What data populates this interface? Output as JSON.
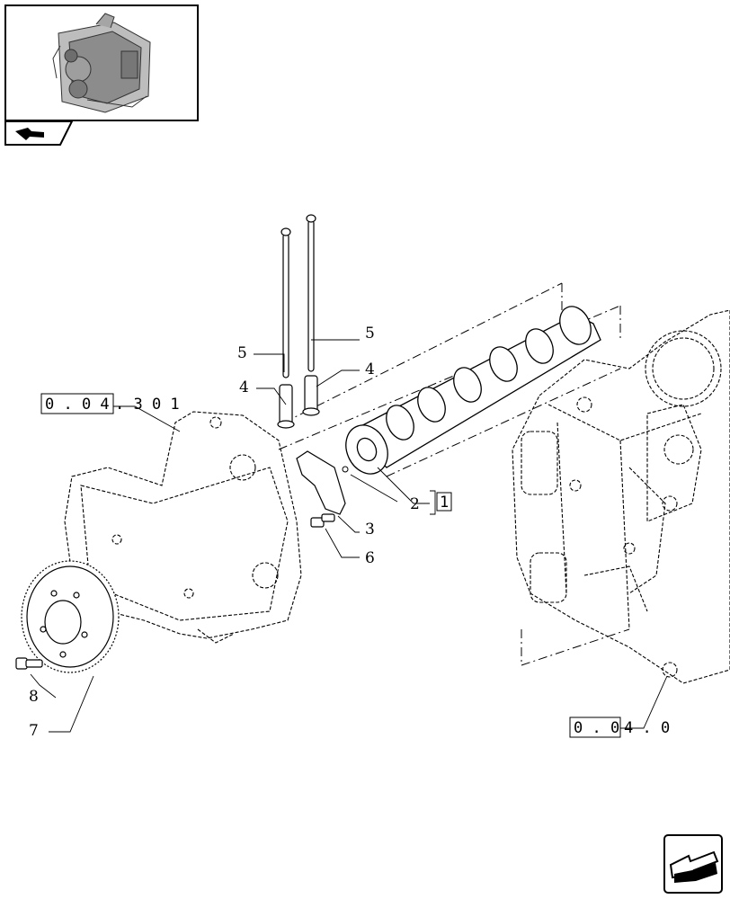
{
  "thumbnail": {
    "icon": "engine-thumbnail-icon",
    "tab_icon": "arrow-tab-icon"
  },
  "callouts": {
    "item_2": "2",
    "item_3": "3",
    "item_4a": "4",
    "item_4b": "4",
    "item_5a": "5",
    "item_5b": "5",
    "item_6": "6",
    "item_7": "7",
    "item_8": "8"
  },
  "references": {
    "ref_front": {
      "boxed": "0 . 0 4",
      "suffix": ". 3  0 1"
    },
    "ref_block": {
      "boxed": "0 . 0",
      "suffix": "4 . 0"
    },
    "group_marker": "1"
  },
  "nav": {
    "icon": "next-page-arrow-icon"
  }
}
